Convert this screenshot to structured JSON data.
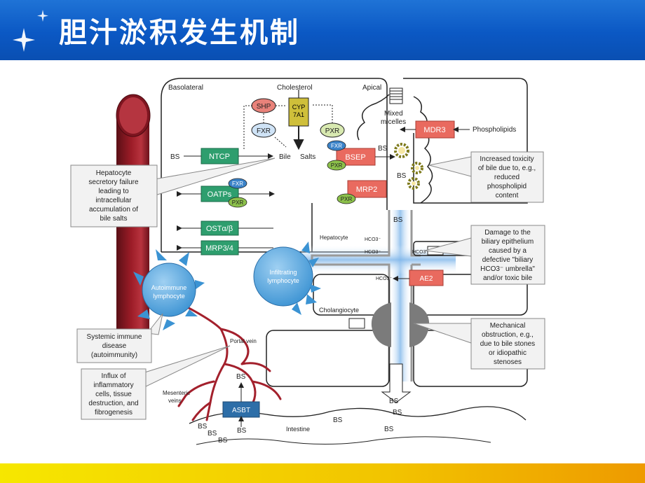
{
  "slide": {
    "title": "胆汁淤积发生机制"
  },
  "colors": {
    "header": "#0b58c4",
    "footer": "#f2c400",
    "green_box": "#2e9e6e",
    "red_box": "#e96a5f"
  },
  "labels": {
    "basolateral": "Basolateral",
    "cholesterol": "Cholesterol",
    "apical": "Apical",
    "shp": "SHP",
    "fxr": "FXR",
    "pxr": "PXR",
    "cyp": "CYP",
    "cyp2": "7A1",
    "mixed": "Mixed",
    "micelles": "micelles",
    "mdr3": "MDR3",
    "phospholipids": "Phospholipids",
    "bs": "BS",
    "bile": "Bile",
    "salts": "Salts",
    "ntcp": "NTCP",
    "bsep": "BSEP",
    "oatps": "OATPs",
    "mrp2": "MRP2",
    "ost": "OSTα/β",
    "mrp34": "MRP3/4",
    "hepatocyte": "Hepatocyte",
    "hco3": "HCO3⁻",
    "ae2": "AE2",
    "infiltrating": "Infiltrating",
    "lymphocyte": "lymphocyte",
    "autoimmune": "Autoimmune",
    "cholangiocyte": "Cholangiocyte",
    "portal_vein": "Portal vein",
    "mesenteric": "Mesenteric",
    "veins": "veins",
    "asbt": "ASBT",
    "intestine": "Intestine"
  },
  "callouts": {
    "secretory": [
      "Hepatocyte",
      "secretory failure",
      "leading to",
      "intracellular",
      "accumulation of",
      "bile salts"
    ],
    "toxicity": [
      "Increased toxicity",
      "of bile due to, e.g.,",
      "reduced",
      "phospholipid",
      "content"
    ],
    "damage": [
      "Damage to the",
      "biliary epithelium",
      "caused by a",
      "defective \"biliary",
      "HCO3⁻ umbrella\"",
      "and/or toxic bile"
    ],
    "systemic": [
      "Systemic immune",
      "disease",
      "(autoimmunity)"
    ],
    "influx": [
      "Influx of",
      "inflammatory",
      "cells, tissue",
      "destruction, and",
      "fibrogenesis"
    ],
    "mechanical": [
      "Mechanical",
      "obstruction, e.g.,",
      "due to bile stones",
      "or idiopathic",
      "stenoses"
    ]
  }
}
